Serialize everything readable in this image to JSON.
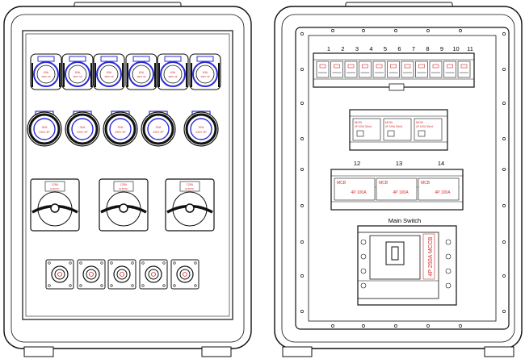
{
  "colors": {
    "outline": "#111111",
    "socket_blue": "#2b2bd6",
    "label_red": "#d62b2b",
    "panel_fill": "#ffffff"
  },
  "left_panel": {
    "small_socket_rows": 1,
    "small_socket_text": [
      "63A",
      "380V 5P"
    ],
    "large_socket_text": [
      "32A",
      "220V 3P"
    ],
    "rotary_switch_text": [
      "125A",
      "EUR/SC"
    ]
  },
  "right_panel": {
    "breaker_numbers": [
      "1",
      "2",
      "3",
      "4",
      "5",
      "6",
      "7",
      "8",
      "9",
      "10",
      "11"
    ],
    "mid_mcb_labels": [
      "MCB",
      "MCB",
      "MCB"
    ],
    "mid_mcb_ratings": [
      "4P 100A 30mA",
      "4P 100A 30mA",
      "4P 100A 30mA"
    ],
    "large_breaker_numbers": [
      "12",
      "13",
      "14"
    ],
    "large_mcb_label": "MCB",
    "large_breaker_ratings": [
      "4P 100A",
      "4P 100A",
      "4P 100A"
    ],
    "main_switch_title": "Main Switch",
    "main_switch_rating": "4P 250A MCCB"
  }
}
